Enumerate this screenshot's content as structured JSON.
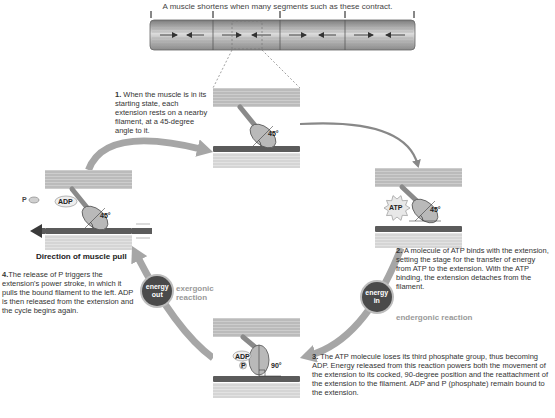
{
  "diagram": {
    "title": "A muscle shortens when many segments such as these contract.",
    "nodes": [
      {
        "text": [
          "45°"
        ]
      },
      {
        "text": [
          "ATP",
          "45°"
        ]
      },
      {
        "text": [
          "ADP",
          "P",
          "90°"
        ]
      },
      {
        "text": [
          "ADP",
          "45°"
        ]
      }
    ],
    "edges": [
      {
        "from": 0,
        "to": 1,
        "arrow": "to"
      },
      {
        "from": 1,
        "to": 2,
        "arrow": "to",
        "label": "energy in"
      },
      {
        "from": 2,
        "to": 3,
        "arrow": "to",
        "label": "energy out"
      },
      {
        "from": 3,
        "to": 0,
        "arrow": "to"
      }
    ],
    "labels": [
      "1. When the muscle is in its starting state, each extension rests on a nearby filament, at a 45-degree angle to it.",
      "2. A molecule of ATP binds with the extension, setting the stage for the transfer of energy from ATP to the extension. With the ATP binding, the extension detaches from the filament.",
      "endergonic reaction",
      "3. The ATP molecule loses its third phosphate group, thus becoming ADP. Energy released from this reaction powers both the movement of the extension to its cocked, 90-degree position and the reattachment of the extension to the filament. ADP and P (phosphate) remain bound to the extension.",
      "exergonic reaction",
      "4.The release of P triggers the extension's power stroke, in which it pulls the bound filament to the left. ADP is then released from the extension and the cycle begins again.",
      "P",
      "Direction of muscle pull"
    ]
  }
}
